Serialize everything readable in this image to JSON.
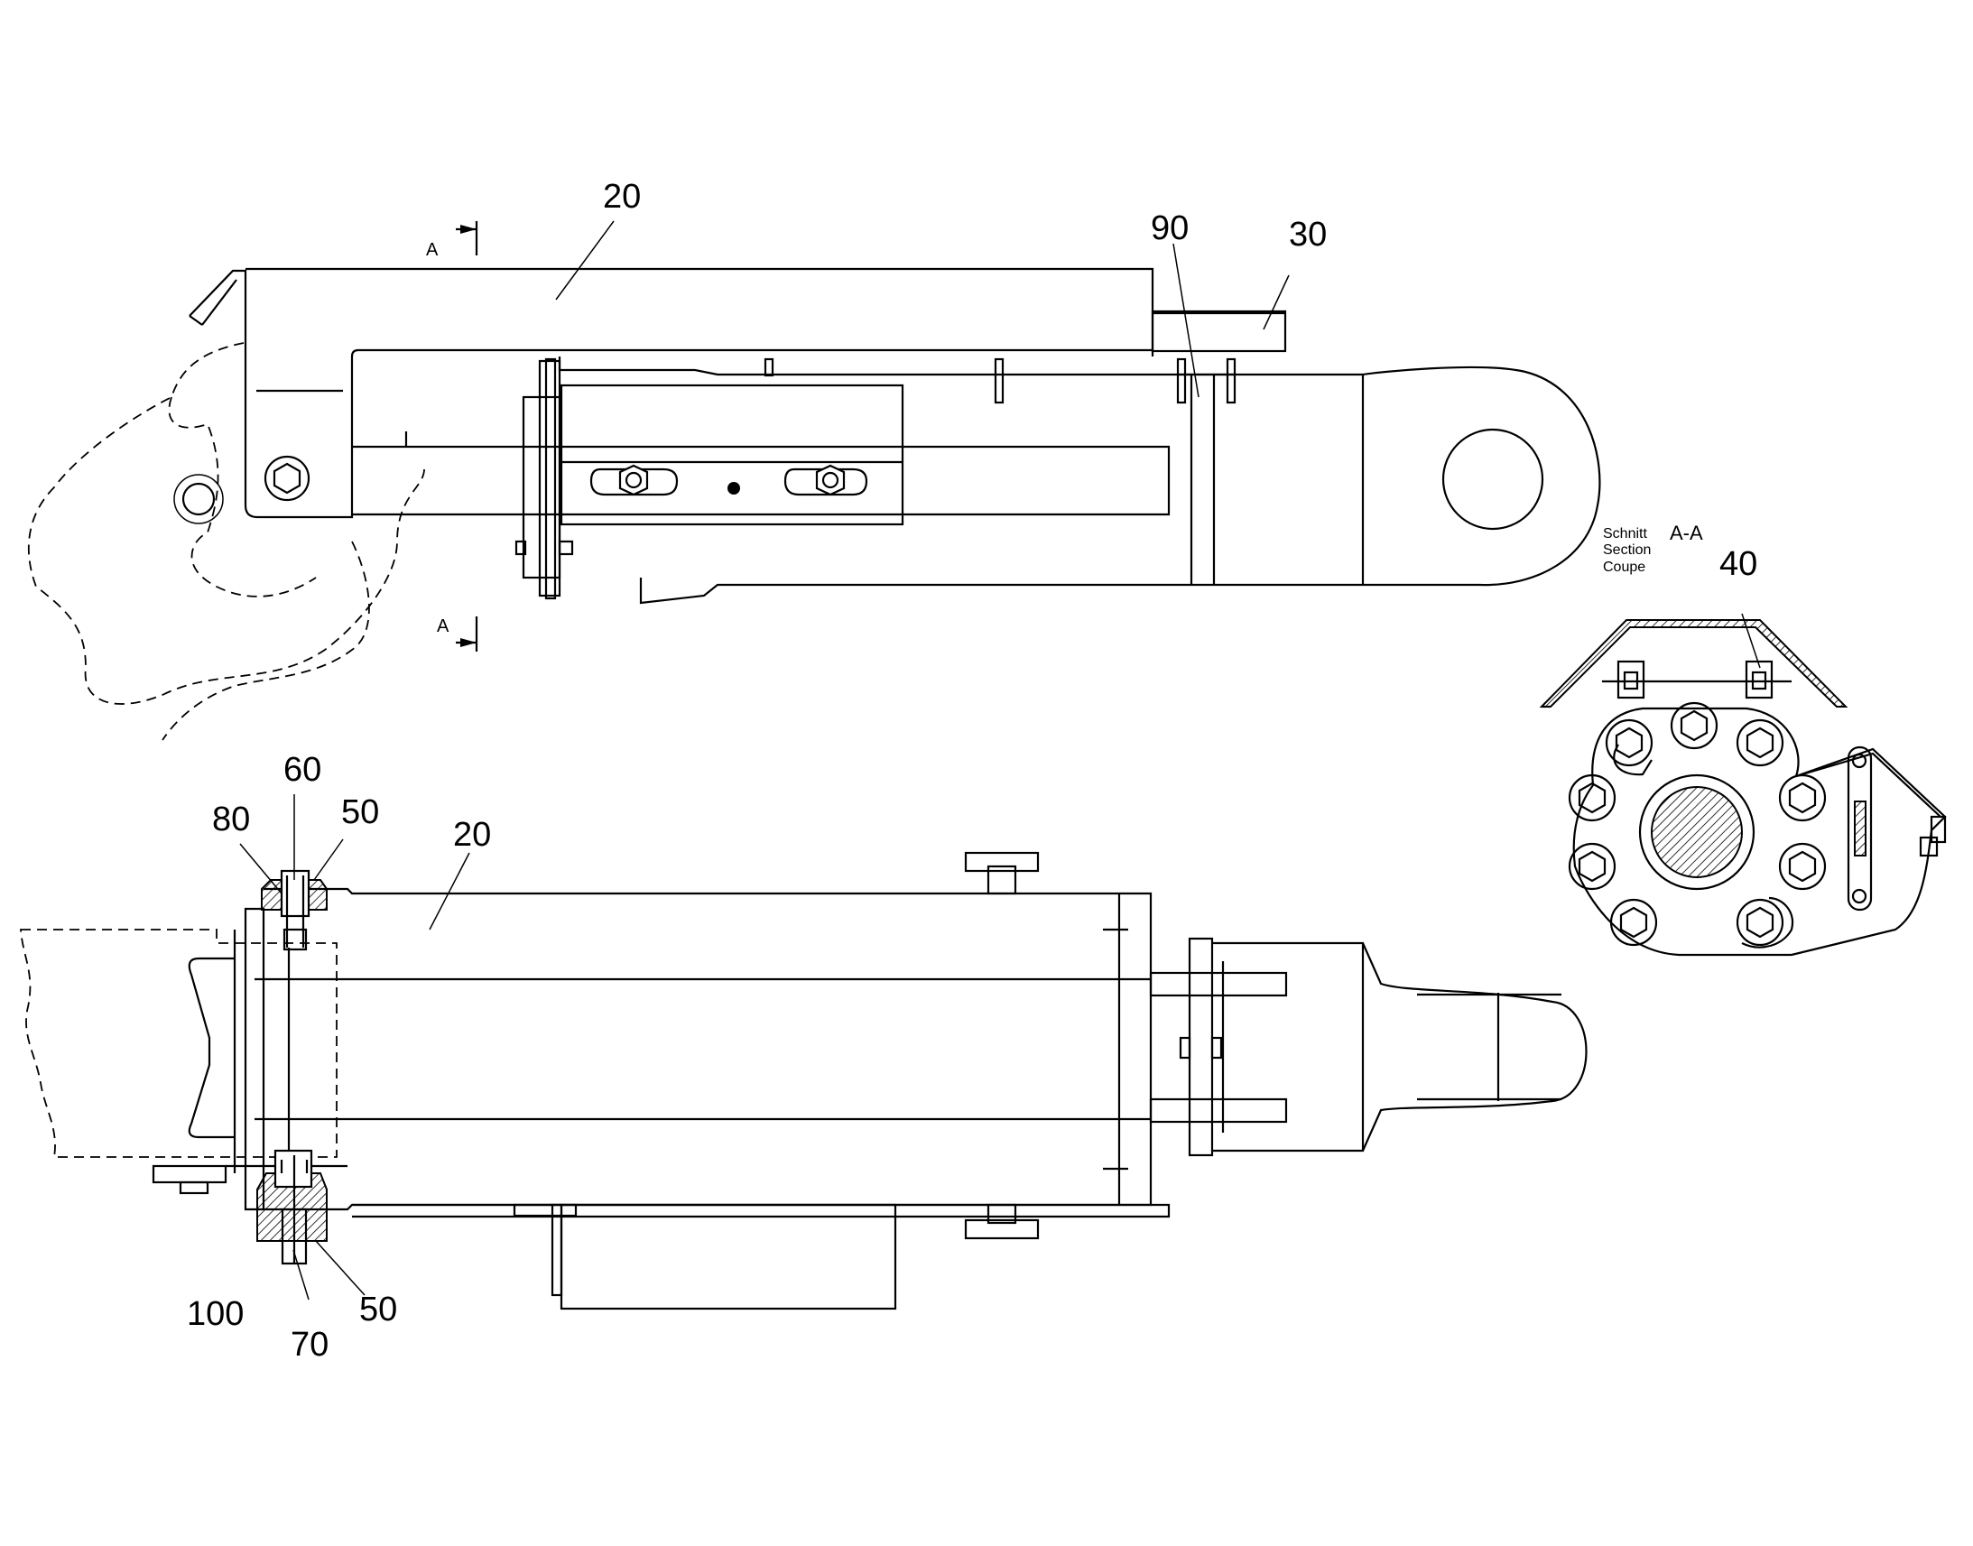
{
  "labels": {
    "top_20": "20",
    "top_90": "90",
    "top_30": "30",
    "section_40": "40",
    "bottom_60": "60",
    "bottom_80": "80",
    "bottom_50_upper": "50",
    "bottom_20": "20",
    "bottom_100": "100",
    "bottom_70": "70",
    "bottom_50_lower": "50"
  },
  "section_marks": {
    "upper": "A",
    "lower": "A"
  },
  "section_caption": {
    "line1": "Schnitt",
    "line2": "Section",
    "line3": "Coupe",
    "name": "A-A"
  }
}
